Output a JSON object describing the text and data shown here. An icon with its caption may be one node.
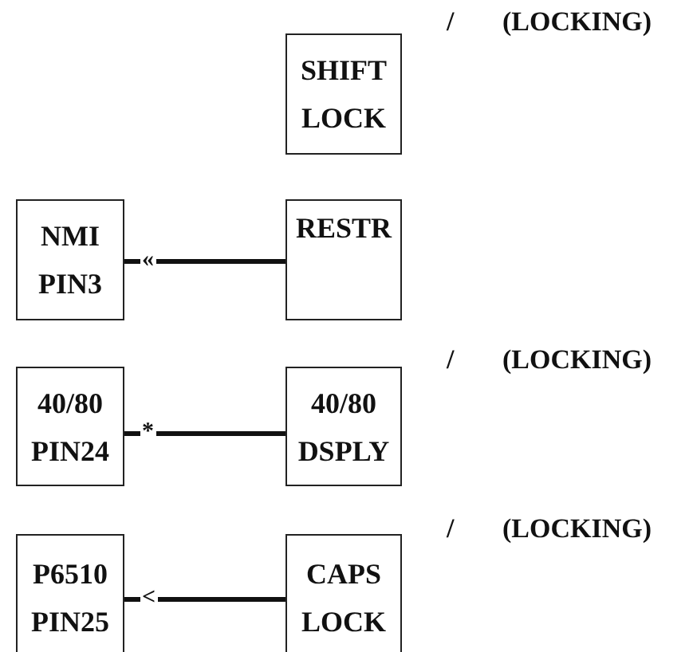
{
  "diagram": {
    "nodes": [
      {
        "text": [
          "SHIFT LOCK"
        ]
      },
      {
        "text": [
          "NMI PIN3"
        ]
      },
      {
        "text": [
          "RESTR"
        ]
      },
      {
        "text": [
          "40/80 PIN24"
        ]
      },
      {
        "text": [
          "40/80 DSPLY"
        ]
      },
      {
        "text": [
          "P6510 PIN25"
        ]
      },
      {
        "text": [
          "CAPS LOCK"
        ]
      }
    ],
    "edges": [
      {
        "from": 2,
        "to": 1,
        "arrow": "none",
        "label": "«"
      },
      {
        "from": 4,
        "to": 3,
        "arrow": "none",
        "label": "*"
      },
      {
        "from": 6,
        "to": 5,
        "arrow": "none",
        "label": "<"
      }
    ],
    "labels": [
      "/",
      "(LOCKING)",
      "/",
      "(LOCKING)",
      "/",
      "(LOCKING)"
    ]
  }
}
